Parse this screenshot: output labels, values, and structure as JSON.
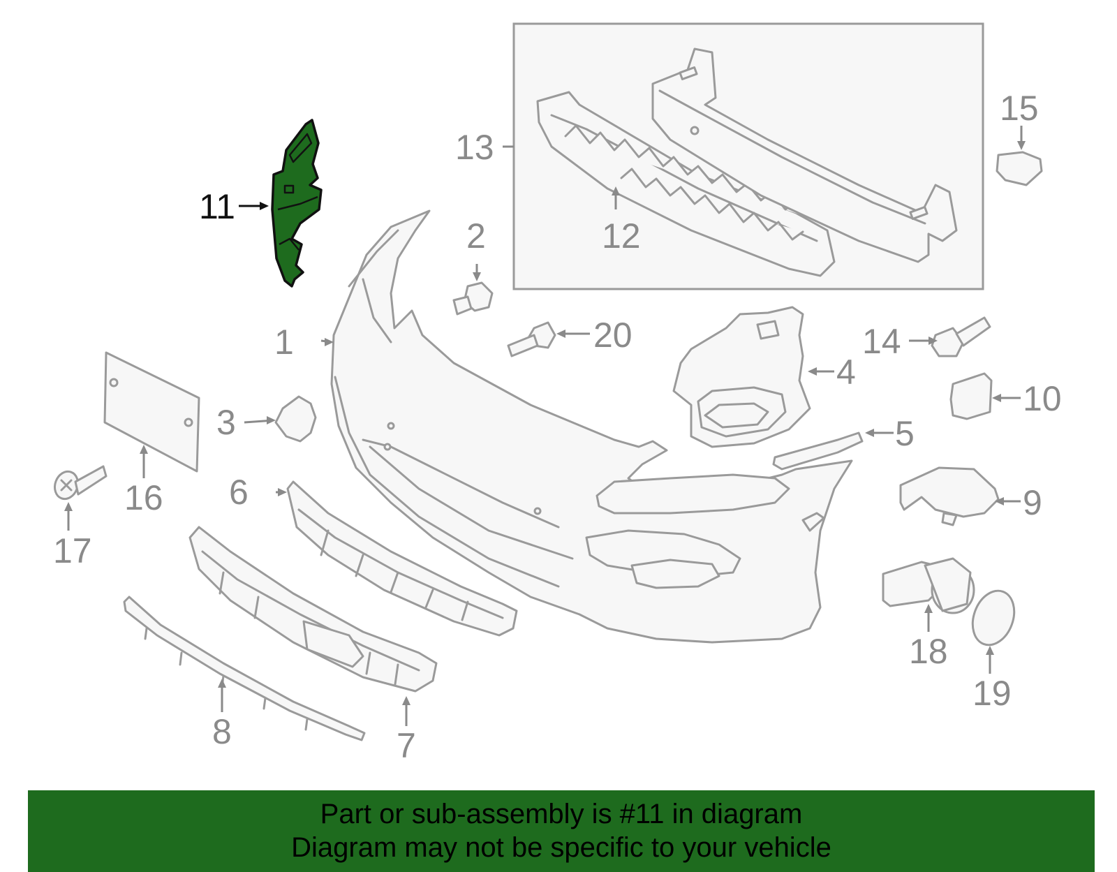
{
  "diagram": {
    "highlight_color": "#1e6b1e",
    "line_color": "#9a9a9a",
    "highlighted_part": "11",
    "callouts": [
      {
        "id": "c1",
        "label": "1"
      },
      {
        "id": "c2",
        "label": "2"
      },
      {
        "id": "c3",
        "label": "3"
      },
      {
        "id": "c4",
        "label": "4"
      },
      {
        "id": "c5",
        "label": "5"
      },
      {
        "id": "c6",
        "label": "6"
      },
      {
        "id": "c7",
        "label": "7"
      },
      {
        "id": "c8",
        "label": "8"
      },
      {
        "id": "c9",
        "label": "9"
      },
      {
        "id": "c10",
        "label": "10"
      },
      {
        "id": "c11",
        "label": "11"
      },
      {
        "id": "c12",
        "label": "12"
      },
      {
        "id": "c13",
        "label": "13"
      },
      {
        "id": "c14",
        "label": "14"
      },
      {
        "id": "c15",
        "label": "15"
      },
      {
        "id": "c16",
        "label": "16"
      },
      {
        "id": "c17",
        "label": "17"
      },
      {
        "id": "c18",
        "label": "18"
      },
      {
        "id": "c19",
        "label": "19"
      },
      {
        "id": "c20",
        "label": "20"
      }
    ]
  },
  "banner": {
    "line1": "Part or sub-assembly is #11 in diagram",
    "line2": "Diagram may not be specific to your vehicle",
    "background": "#1e6b1e"
  }
}
